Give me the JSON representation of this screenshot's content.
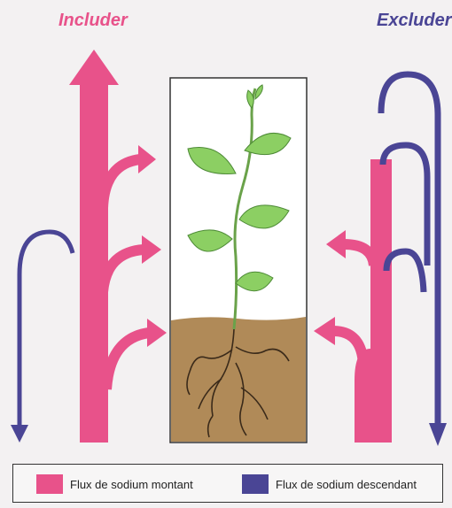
{
  "titles": {
    "includer": "Includer",
    "excluder": "Excluder"
  },
  "legend": {
    "up": {
      "label": "Flux de sodium montant",
      "color": "#e8528a"
    },
    "down": {
      "label": "Flux de sodium descendant",
      "color": "#4a4595"
    }
  },
  "colors": {
    "pink": "#e8528a",
    "navy": "#4a4595",
    "soil": "#b08a58",
    "leaf": "#8ccf63",
    "background": "#f3f1f2"
  }
}
